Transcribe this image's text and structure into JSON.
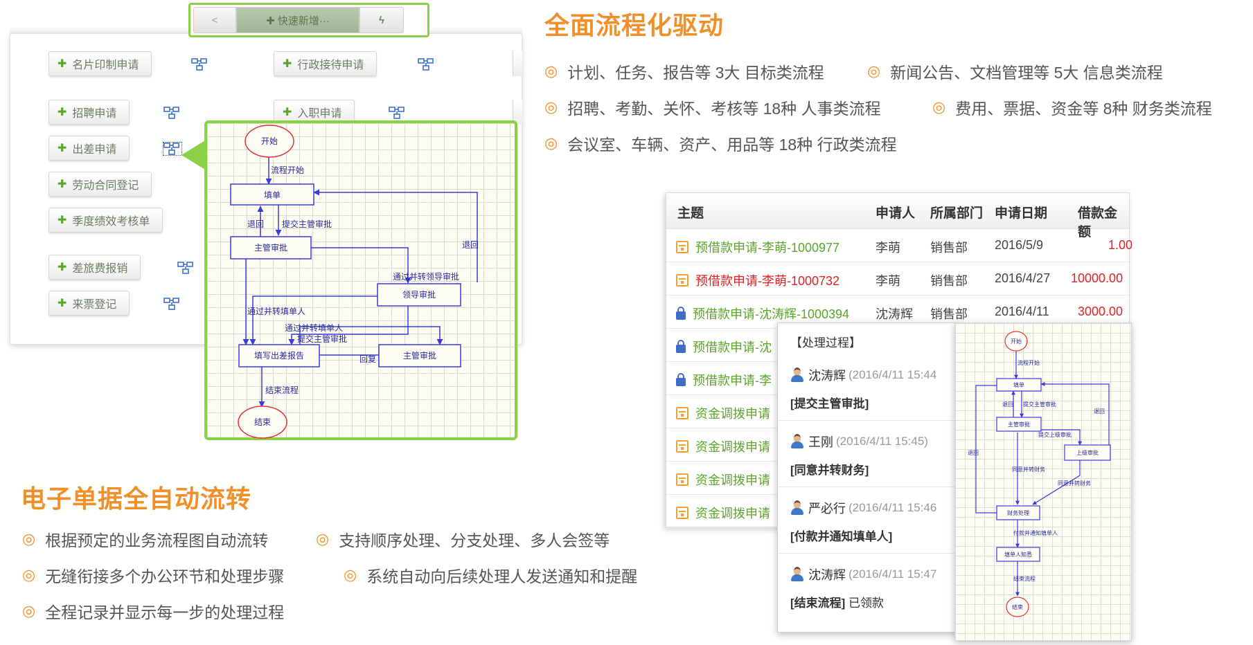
{
  "toolbar": {
    "back": "<",
    "new": "✚ 快速新增···",
    "bolt": "ϟ"
  },
  "form_buttons": [
    "名片印制申请",
    "行政接待申请",
    "招聘申请",
    "入职申请",
    "出差申请",
    "劳动合同登记",
    "季度绩效考核单",
    "差旅费报销",
    "来票登记"
  ],
  "flow_left": {
    "nodes": {
      "start": "开始",
      "fill": "填单",
      "manager": "主管审批",
      "leader": "领导审批",
      "report": "填写出差报告",
      "manager2": "主管审批",
      "end": "结束"
    },
    "edges": {
      "start_flow": "流程开始",
      "return1": "退回",
      "submit": "提交主管审批",
      "return2": "退回",
      "pass_leader": "通过并转领导审批",
      "pass_fill1": "通过并转填单人",
      "pass_fill2": "通过并转填单人",
      "submit2": "提交主管审批",
      "reply": "回复",
      "end_flow": "结束流程"
    }
  },
  "section1": {
    "heading": "全面流程化驱动",
    "bullets": [
      "计划、任务、报告等 3大 目标类流程",
      "新闻公告、文档管理等 5大 信息类流程",
      "招聘、考勤、关怀、考核等 18种 人事类流程",
      "费用、票据、资金等 8种 财务类流程",
      "会议室、车辆、资产、用品等 18种 行政类流程"
    ]
  },
  "section2": {
    "heading": "电子单据全自动流转",
    "bullets": [
      "根据预定的业务流程图自动流转",
      "支持顺序处理、分支处理、多人会签等",
      "无缝衔接多个办公环节和处理步骤",
      "系统自动向后续处理人发送通知和提醒",
      "全程记录并显示每一步的处理过程"
    ]
  },
  "bullet_mark": "◎",
  "table": {
    "headers": [
      "主题",
      "申请人",
      "所属部门",
      "申请日期",
      "借款金额"
    ],
    "rows": [
      {
        "icon": "calendar-icon",
        "subject": "预借款申请-李萌-1000977",
        "subject_color": "green",
        "applicant": "李萌",
        "dept": "销售部",
        "date": "2016/5/9",
        "amount": "1.00"
      },
      {
        "icon": "calendar-icon",
        "subject": "预借款申请-李萌-1000732",
        "subject_color": "red",
        "applicant": "李萌",
        "dept": "销售部",
        "date": "2016/4/27",
        "amount": "10000.00"
      },
      {
        "icon": "lock-icon",
        "subject": "预借款申请-沈涛辉-1000394",
        "subject_color": "green",
        "applicant": "沈涛辉",
        "dept": "销售部",
        "date": "2016/4/11",
        "amount": "3000.00"
      },
      {
        "icon": "lock-icon",
        "subject": "预借款申请-沈",
        "subject_color": "green"
      },
      {
        "icon": "lock-icon",
        "subject": "预借款申请-李",
        "subject_color": "green"
      },
      {
        "icon": "calendar-icon",
        "subject": "资金调拨申请",
        "subject_color": "green"
      },
      {
        "icon": "calendar-icon",
        "subject": "资金调拨申请",
        "subject_color": "green"
      },
      {
        "icon": "calendar-icon",
        "subject": "资金调拨申请",
        "subject_color": "green"
      },
      {
        "icon": "calendar-icon",
        "subject": "资金调拨申请",
        "subject_color": "green"
      }
    ]
  },
  "process": {
    "title": "【处理过程】",
    "entries": [
      {
        "name": "沈涛辉",
        "time": "(2016/4/11 15:44",
        "action": "[提交主管审批]",
        "note": ""
      },
      {
        "name": "王刚",
        "time": "(2016/4/11 15:45)",
        "action": "[同意并转财务]",
        "note": ""
      },
      {
        "name": "严必行",
        "time": "(2016/4/11 15:46",
        "action": "[付款并通知填单人]",
        "note": ""
      },
      {
        "name": "沈涛辉",
        "time": "(2016/4/11 15:47",
        "action": "[结束流程]",
        "note": " 已领款"
      }
    ]
  },
  "flow_right": {
    "nodes": {
      "start": "开始",
      "fill": "填单",
      "manager": "主管审批",
      "leader": "上级审批",
      "finance": "财务处理",
      "notify": "填单人知悉",
      "end": "结束"
    },
    "edges": {
      "start_flow": "流程开始",
      "return1": "退回",
      "submit": "提交主管审批",
      "return2": "退回",
      "submit_up": "提交上级审批",
      "return3": "退回",
      "pass_finance1": "同意并转财务",
      "pass_finance2": "同意并转财务",
      "pay_notify": "付款并通知填单人",
      "end_flow": "结束流程"
    }
  },
  "colors": {
    "accent": "#f0902a",
    "green": "#5aa52a",
    "red": "#e02020",
    "border_green": "#8bd145",
    "flow_blue": "#3b3bd6"
  }
}
